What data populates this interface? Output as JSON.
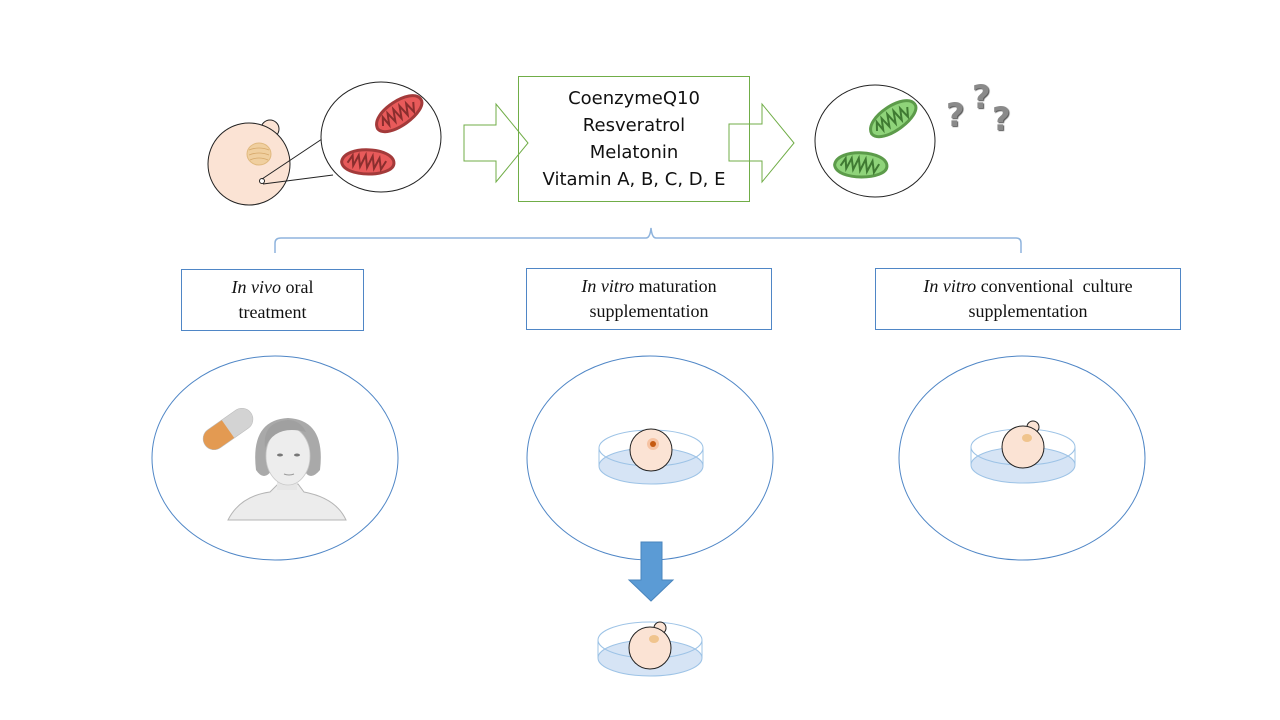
{
  "diagram": {
    "compounds": [
      "CoenzymeQ10",
      "Resveratrol",
      "Melatonin",
      "Vitamin A, B, C, D, E"
    ],
    "question_marks": [
      "?",
      "?",
      "?"
    ],
    "branches": [
      {
        "italic": "In vivo",
        "rest_line1": " oral",
        "line2": "treatment"
      },
      {
        "italic": "In vitro",
        "rest_line1": " maturation",
        "line2": "supplementation"
      },
      {
        "italic": "In vitro",
        "rest_line1": " conventional  culture",
        "line2": "supplementation"
      }
    ],
    "icons": {
      "oocyte": "oocyte-icon",
      "damaged_mitochondria": "mitochondria-red-icon",
      "healthy_mitochondria": "mitochondria-green-icon",
      "capsule": "capsule-icon",
      "woman": "woman-icon",
      "petri_dish": "petri-dish-icon"
    },
    "colors": {
      "green_outline": "#70ad47",
      "blue_outline": "#4f86c6",
      "mito_red": "#e85a5a",
      "mito_green": "#8fd47a",
      "oocyte_fill": "#fbe3d4",
      "arrow_blue": "#5b9bd5"
    }
  }
}
